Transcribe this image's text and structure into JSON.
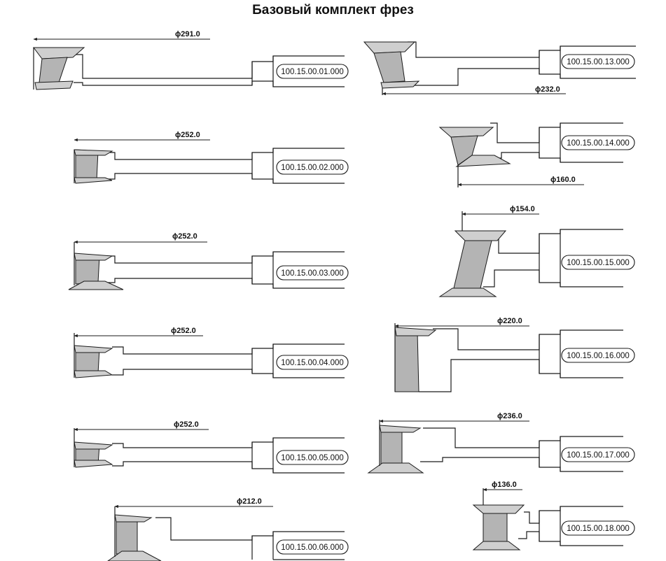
{
  "title": "Базовый комплект фрез",
  "cutters": [
    {
      "code": "100.15.00.01.000",
      "diameter": "ϕ291.0"
    },
    {
      "code": "100.15.00.02.000",
      "diameter": "ϕ252.0"
    },
    {
      "code": "100.15.00.03.000",
      "diameter": "ϕ252.0"
    },
    {
      "code": "100.15.00.04.000",
      "diameter": "ϕ252.0"
    },
    {
      "code": "100.15.00.05.000",
      "diameter": "ϕ252.0"
    },
    {
      "code": "100.15.00.06.000",
      "diameter": "ϕ212.0"
    },
    {
      "code": "100.15.00.13.000",
      "diameter": "ϕ232.0"
    },
    {
      "code": "100.15.00.14.000",
      "diameter": "ϕ160.0"
    },
    {
      "code": "100.15.00.15.000",
      "diameter": "ϕ154.0"
    },
    {
      "code": "100.15.00.16.000",
      "diameter": "ϕ220.0"
    },
    {
      "code": "100.15.00.17.000",
      "diameter": "ϕ236.0"
    },
    {
      "code": "100.15.00.18.000",
      "diameter": "ϕ136.0"
    }
  ]
}
